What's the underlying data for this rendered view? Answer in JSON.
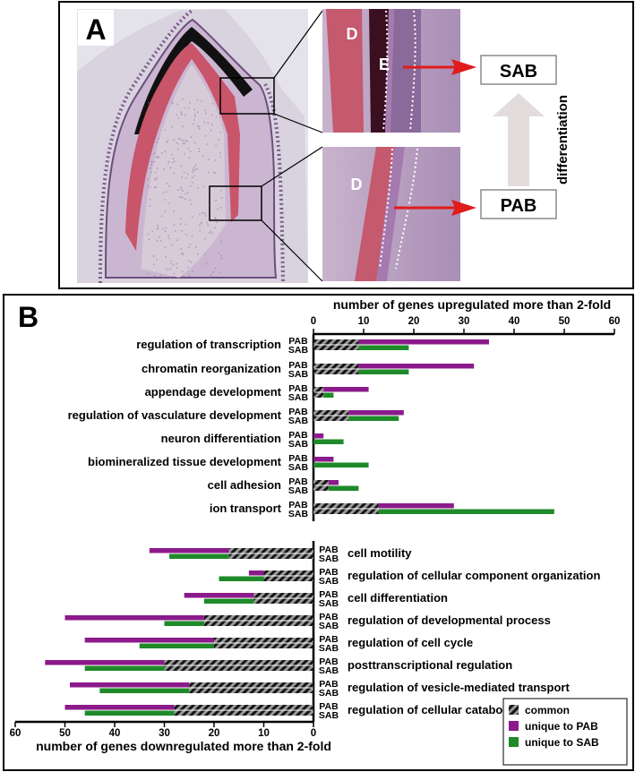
{
  "panel_a": {
    "label": "A",
    "inset_top_labels": [
      "D",
      "E"
    ],
    "inset_bottom_labels": [
      "D"
    ],
    "box_top": "SAB",
    "box_bottom": "PAB",
    "arrow_label": "differentiation"
  },
  "panel_b": {
    "label": "B",
    "legend": [
      {
        "label": "common",
        "pattern": "hatch"
      },
      {
        "label": "unique to PAB",
        "color": "#8b1a8b"
      },
      {
        "label": "unique to SAB",
        "color": "#1f8a2a"
      }
    ]
  },
  "colors": {
    "pab": "#8b1a8b",
    "sab": "#1f8a2a",
    "common": "#222222"
  },
  "chart_data": [
    {
      "type": "bar",
      "orientation": "horizontal",
      "stacked": true,
      "title": "number of genes upregulated more than 2-fold",
      "xlim": [
        0,
        60
      ],
      "xticks": [
        0,
        10,
        20,
        30,
        40,
        50,
        60
      ],
      "pair_labels": [
        "PAB",
        "SAB"
      ],
      "categories": [
        "regulation of transcription",
        "chromatin reorganization",
        "appendage development",
        "regulation of vasculature development",
        "neuron differentiation",
        "biomineralized tissue development",
        "cell adhesion",
        "ion transport"
      ],
      "series": [
        {
          "name": "common",
          "values": [
            9,
            9,
            2,
            7,
            0,
            0,
            3,
            13
          ]
        },
        {
          "name": "unique to PAB",
          "values": [
            26,
            23,
            9,
            11,
            2,
            4,
            2,
            15
          ]
        },
        {
          "name": "unique to SAB",
          "values": [
            10,
            10,
            2,
            10,
            6,
            11,
            6,
            35
          ]
        }
      ]
    },
    {
      "type": "bar",
      "orientation": "horizontal",
      "stacked": true,
      "direction": "reversed",
      "title": "number of genes downregulated more than 2-fold",
      "xlim": [
        60,
        0
      ],
      "xticks": [
        60,
        50,
        40,
        30,
        20,
        10,
        0
      ],
      "pair_labels": [
        "PAB",
        "SAB"
      ],
      "categories": [
        "cell motility",
        "regulation of cellular component organization",
        "cell differentiation",
        "regulation of developmental process",
        "regulation of cell cycle",
        "posttranscriptional regulation",
        "regulation of vesicle-mediated transport",
        "regulation of cellular catabolic process"
      ],
      "series": [
        {
          "name": "common",
          "values": [
            17,
            10,
            12,
            22,
            20,
            30,
            25,
            28
          ]
        },
        {
          "name": "unique to PAB",
          "values": [
            16,
            3,
            14,
            28,
            26,
            24,
            24,
            22
          ]
        },
        {
          "name": "unique to SAB",
          "values": [
            12,
            9,
            10,
            8,
            15,
            16,
            18,
            18
          ]
        }
      ]
    }
  ]
}
